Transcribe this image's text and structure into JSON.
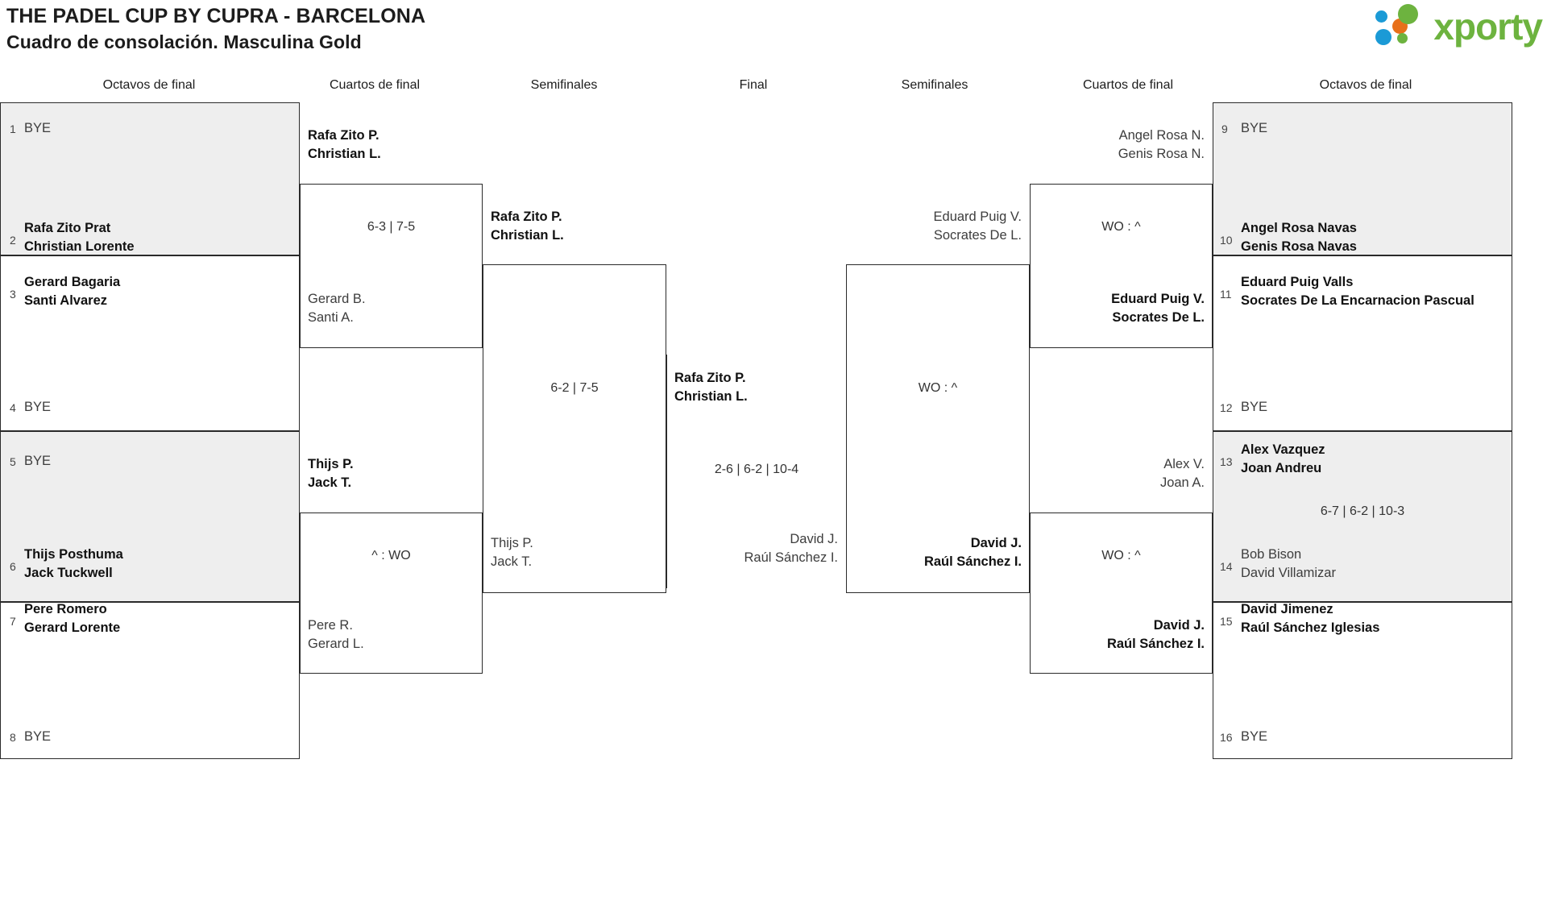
{
  "header": {
    "title_line1": "THE PADEL CUP BY CUPRA - BARCELONA",
    "title_line2": "Cuadro de consolación. Masculina Gold",
    "logo_word": "xporty",
    "logo_colors": {
      "green": "#6db33f",
      "blue": "#1b9ad6",
      "orange": "#e8701a"
    }
  },
  "round_headers": {
    "left_r16": "Octavos de final",
    "left_qf": "Cuartos de final",
    "left_sf": "Semifinales",
    "final": "Final",
    "right_sf": "Semifinales",
    "right_qf": "Cuartos de final",
    "right_r16": "Octavos de final"
  },
  "left_round16": [
    {
      "seed": "1",
      "line1": "BYE",
      "line2": "",
      "status": "bye"
    },
    {
      "seed": "2",
      "line1": "Rafa Zito Prat",
      "line2": "Christian Lorente",
      "status": "win"
    },
    {
      "seed": "3",
      "line1": "Gerard Bagaria",
      "line2": "Santi Alvarez",
      "status": "win"
    },
    {
      "seed": "4",
      "line1": "BYE",
      "line2": "",
      "status": "bye"
    },
    {
      "seed": "5",
      "line1": "BYE",
      "line2": "",
      "status": "bye"
    },
    {
      "seed": "6",
      "line1": "Thijs Posthuma",
      "line2": "Jack Tuckwell",
      "status": "win"
    },
    {
      "seed": "7",
      "line1": "Pere Romero",
      "line2": "Gerard Lorente",
      "status": "win"
    },
    {
      "seed": "8",
      "line1": "BYE",
      "line2": "",
      "status": "bye"
    }
  ],
  "left_quarters": [
    {
      "top_line1": "Rafa Zito P.",
      "top_line2": "Christian L.",
      "top_status": "win",
      "bot_line1": "Gerard B.",
      "bot_line2": "Santi A.",
      "bot_status": "lose",
      "score": "6-3 | 7-5"
    },
    {
      "top_line1": "Thijs P.",
      "top_line2": "Jack T.",
      "top_status": "win",
      "bot_line1": "Pere R.",
      "bot_line2": "Gerard L.",
      "bot_status": "lose",
      "score": "^ : WO"
    }
  ],
  "left_semi": {
    "top_line1": "Rafa Zito P.",
    "top_line2": "Christian L.",
    "top_status": "win",
    "bot_line1": "Thijs P.",
    "bot_line2": "Jack T.",
    "bot_status": "lose",
    "score": "6-2 | 7-5"
  },
  "final": {
    "left_line1": "Rafa Zito P.",
    "left_line2": "Christian L.",
    "left_status": "win",
    "right_line1": "David J.",
    "right_line2": "Raúl Sánchez I.",
    "right_status": "lose",
    "score": "2-6 | 6-2 | 10-4"
  },
  "right_semi": {
    "top_line1": "Eduard Puig V.",
    "top_line2": "Socrates De L.",
    "top_status": "lose",
    "bot_line1": "David J.",
    "bot_line2": "Raúl Sánchez I.",
    "bot_status": "win",
    "score": "WO : ^"
  },
  "right_quarters": [
    {
      "top_line1": "Angel Rosa N.",
      "top_line2": "Genis Rosa N.",
      "top_status": "lose",
      "bot_line1": "Eduard Puig V.",
      "bot_line2": "Socrates De L.",
      "bot_status": "win",
      "score": "WO : ^"
    },
    {
      "top_line1": "Alex V.",
      "top_line2": "Joan A.",
      "top_status": "lose",
      "bot_line1": "David J.",
      "bot_line2": "Raúl Sánchez I.",
      "bot_status": "win",
      "score": "WO : ^"
    }
  ],
  "right_round16": [
    {
      "seed": "9",
      "line1": "BYE",
      "line2": "",
      "status": "bye"
    },
    {
      "seed": "10",
      "line1": "Angel Rosa Navas",
      "line2": "Genis Rosa Navas",
      "status": "win"
    },
    {
      "seed": "11",
      "line1": "Eduard Puig Valls",
      "line2": "Socrates De La Encarnacion Pascual",
      "status": "win"
    },
    {
      "seed": "12",
      "line1": "BYE",
      "line2": "",
      "status": "bye"
    },
    {
      "seed": "13",
      "line1": "Alex Vazquez",
      "line2": "Joan Andreu",
      "status": "win"
    },
    {
      "seed": "14",
      "line1": "Bob Bison",
      "line2": "David Villamizar",
      "status": "lose"
    },
    {
      "seed": "15",
      "line1": "David Jimenez",
      "line2": "Raúl Sánchez Iglesias",
      "status": "win"
    },
    {
      "seed": "16",
      "line1": "BYE",
      "line2": "",
      "status": "bye"
    }
  ],
  "right_r16_scores": [
    {
      "score": "6-7 | 6-2 | 10-3"
    }
  ]
}
